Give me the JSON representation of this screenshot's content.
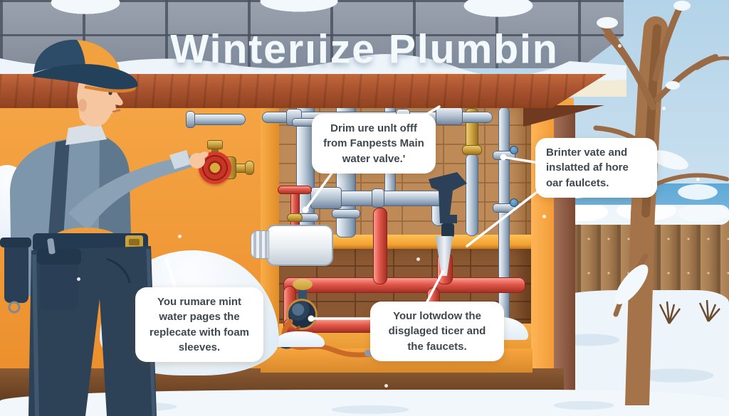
{
  "title": "Winterıize Plumbin",
  "callouts": [
    {
      "id": "main-valve",
      "lines": [
        "Drim ure unlt offf",
        "from Fanpests Main",
        "water valve.'"
      ]
    },
    {
      "id": "outdoor-faucets",
      "lines": [
        "Brinter vate and",
        "inslatted af hore",
        "oar faulcets."
      ]
    },
    {
      "id": "foam-sleeves",
      "lines": [
        "You rumare mint",
        "water pages the",
        "replecate with foam",
        "sleeves."
      ]
    },
    {
      "id": "drain-faucets",
      "lines": [
        "Your lotwdow the",
        "disglaged ticer and",
        "the faucets."
      ]
    }
  ],
  "palette": {
    "wall_orange": "#f19a39",
    "fascia_wood": "#aa5330",
    "stone_gray": "#8d95a3",
    "pipe_silver": "#b9c8d9",
    "pipe_red": "#e2584b",
    "brass": "#cda13c",
    "valve_red": "#d93a2b",
    "uniform_blue": "#7e96ab",
    "pants_navy": "#2e4257",
    "cap_navy": "#2c4c68",
    "cap_orange": "#f1a23f",
    "fence_brown": "#a67c50",
    "snow_white": "#eef5fb",
    "sky_blue": "#c9e0ef",
    "callout_bg": "#ffffff",
    "callout_text": "#3f474f"
  }
}
